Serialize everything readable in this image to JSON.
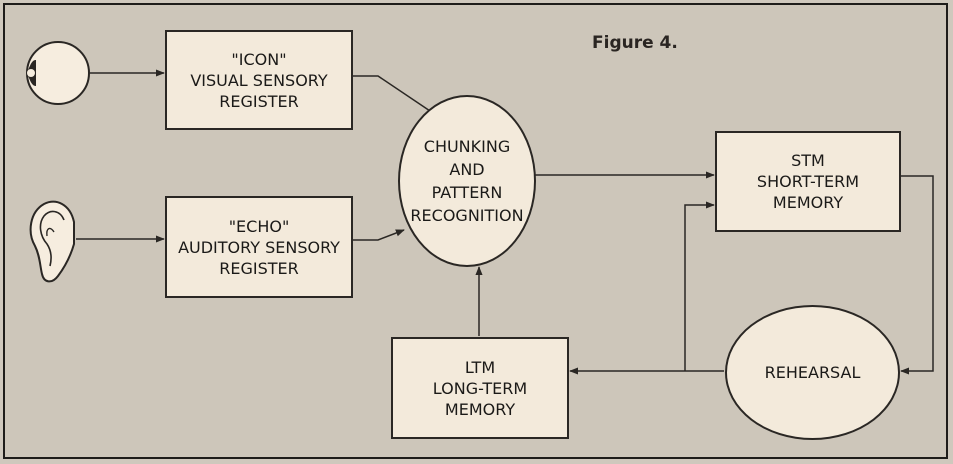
{
  "figure_label": "Figure 4.",
  "icon_register": {
    "line1": "\"ICON\"",
    "line2": "VISUAL SENSORY",
    "line3": "REGISTER"
  },
  "echo_register": {
    "line1": "\"ECHO\"",
    "line2": "AUDITORY SENSORY",
    "line3": "REGISTER"
  },
  "chunking": {
    "line1": "CHUNKING",
    "line2": "AND",
    "line3": "PATTERN",
    "line4": "RECOGNITION"
  },
  "stm": {
    "line1": "STM",
    "line2": "SHORT-TERM",
    "line3": "MEMORY"
  },
  "ltm": {
    "line1": "LTM",
    "line2": "LONG-TERM",
    "line3": "MEMORY"
  },
  "rehearsal": {
    "label": "REHEARSAL"
  },
  "icons": {
    "eye": "eye-icon",
    "ear": "ear-icon"
  },
  "colors": {
    "background": "#cdc6ba",
    "box_fill": "#f3eadb",
    "stroke": "#2a2724"
  }
}
